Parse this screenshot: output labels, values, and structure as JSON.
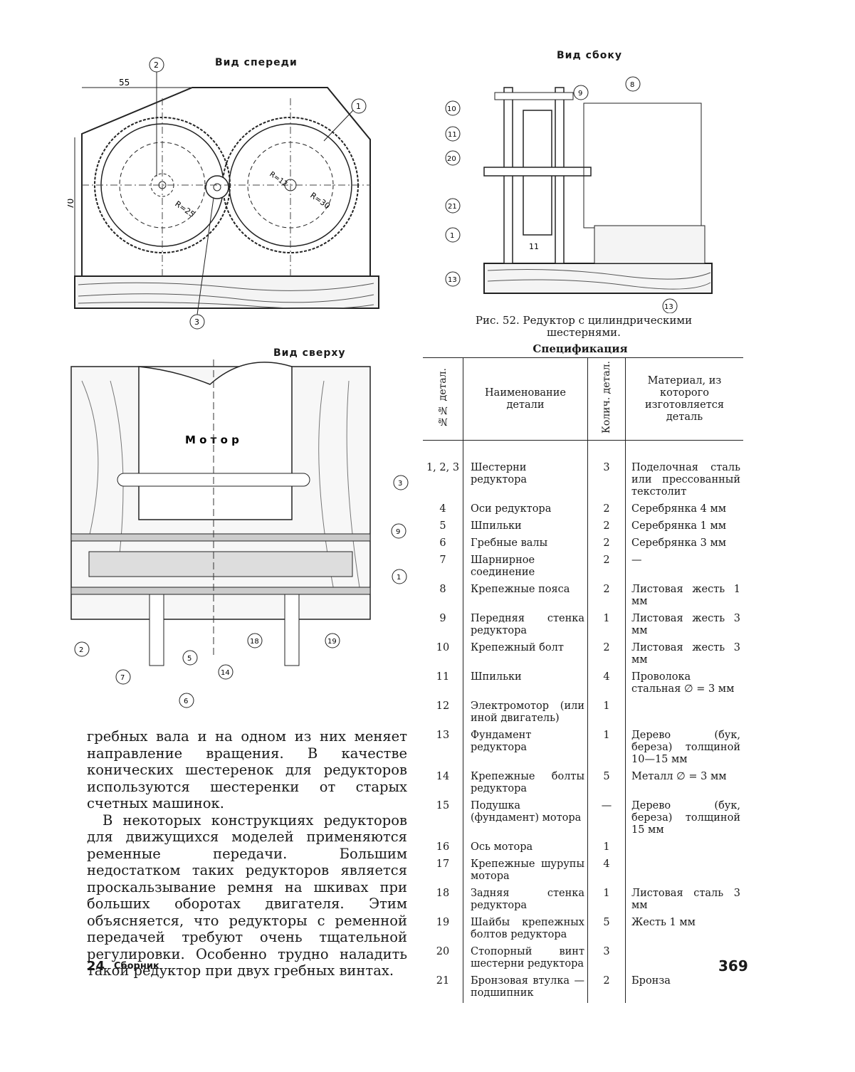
{
  "figures": {
    "front_view_label": "Вид спереди",
    "side_view_label": "Вид сбоку",
    "top_view_label": "Вид сверху",
    "motor_label": "М о т о р",
    "caption": "Рис. 52. Редуктор с цилиндрическими шестернями.",
    "dim_55": "55",
    "dim_70": "70",
    "dim_11": "11",
    "r25": "R=25",
    "r30": "R=30",
    "r12": "R=12",
    "callouts": [
      "1",
      "2",
      "3",
      "5",
      "6",
      "7",
      "8",
      "9",
      "10",
      "11",
      "13",
      "14",
      "18",
      "19",
      "20",
      "21"
    ]
  },
  "spec": {
    "title": "Спецификация",
    "headers": {
      "num": "№№ детал.",
      "name": "Наименование детали",
      "qty": "Колич. детал.",
      "material": "Материал, из которого изготовляется деталь"
    },
    "rows": [
      {
        "num": "1, 2, 3",
        "name": "Шестерни редуктора",
        "qty": "3",
        "material": "Поделочная сталь или прессованный текстолит"
      },
      {
        "num": "4",
        "name": "Оси редуктора",
        "qty": "2",
        "material": "Серебрянка 4 мм"
      },
      {
        "num": "5",
        "name": "Шпильки",
        "qty": "2",
        "material": "Серебрянка 1 мм"
      },
      {
        "num": "6",
        "name": "Гребные валы",
        "qty": "2",
        "material": "Серебрянка 3 мм"
      },
      {
        "num": "7",
        "name": "Шарнирное соединение",
        "qty": "2",
        "material": "—"
      },
      {
        "num": "8",
        "name": "Крепежные пояса",
        "qty": "2",
        "material": "Листовая жесть 1 мм"
      },
      {
        "num": "9",
        "name": "Передняя стенка редуктора",
        "qty": "1",
        "material": "Листовая жесть 3 мм"
      },
      {
        "num": "10",
        "name": "Крепежный болт",
        "qty": "2",
        "material": "Листовая жесть 3 мм"
      },
      {
        "num": "11",
        "name": "Шпильки",
        "qty": "4",
        "material": "Проволока стальная ∅ = 3 мм"
      },
      {
        "num": "12",
        "name": "Электромотор (или иной двигатель)",
        "qty": "1",
        "material": ""
      },
      {
        "num": "13",
        "name": "Фундамент редуктора",
        "qty": "1",
        "material": "Дерево (бук, береза) толщиной 10—15 мм"
      },
      {
        "num": "14",
        "name": "Крепежные болты редуктора",
        "qty": "5",
        "material": "Металл ∅ = 3 мм"
      },
      {
        "num": "15",
        "name": "Подушка (фундамент) мотора",
        "qty": "—",
        "material": "Дерево (бук, береза) толщиной 15 мм"
      },
      {
        "num": "16",
        "name": "Ось мотора",
        "qty": "1",
        "material": ""
      },
      {
        "num": "17",
        "name": "Крепежные шурупы мотора",
        "qty": "4",
        "material": ""
      },
      {
        "num": "18",
        "name": "Задняя стенка редуктора",
        "qty": "1",
        "material": "Листовая сталь 3 мм"
      },
      {
        "num": "19",
        "name": "Шайбы крепежных болтов редуктора",
        "qty": "5",
        "material": "Жесть 1 мм"
      },
      {
        "num": "20",
        "name": "Стопорный винт шестерни редуктора",
        "qty": "3",
        "material": ""
      },
      {
        "num": "21",
        "name": "Бронзовая втулка — подшипник",
        "qty": "2",
        "material": "Бронза"
      }
    ]
  },
  "body": {
    "para1": "гребных вала и на одном из них меняет направление вращения. В качестве конических шестеренок для редукторов используются шестеренки от старых счетных машинок.",
    "para2": "В некоторых конструкциях редукторов для движущихся моделей применяются ременные передачи. Большим недостатком таких редукторов является проскальзывание ремня на шкивах при больших оборотах двигателя. Этим объясняется, что редукторы с ременной передачей требуют очень тщательной регулировки. Особенно трудно наладить такой редуктор при двух гребных винтах."
  },
  "footer": {
    "signature_num": "24",
    "signature_text": "Сборник",
    "page_number": "369"
  }
}
